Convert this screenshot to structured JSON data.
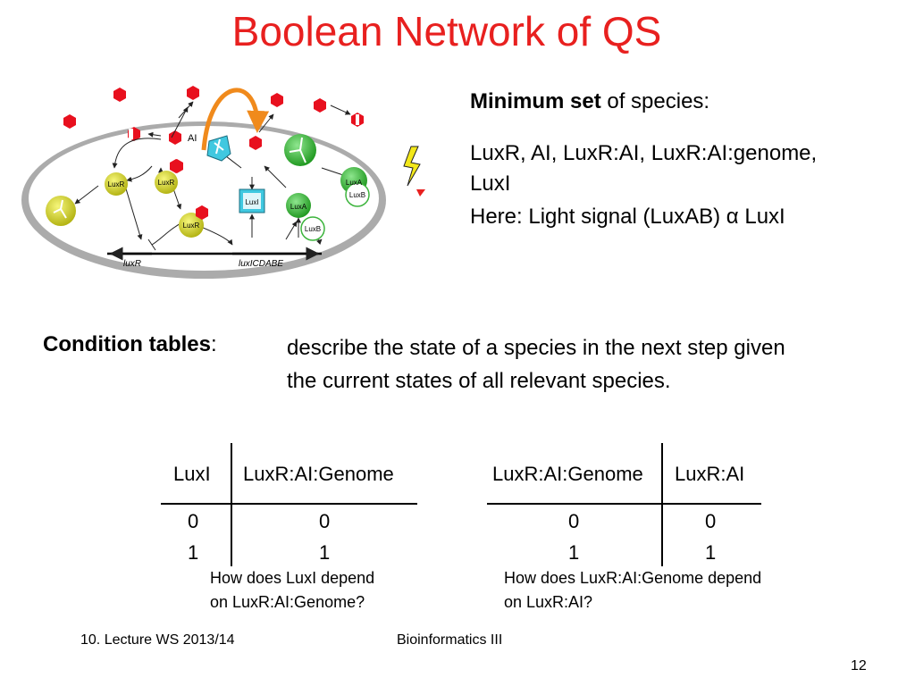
{
  "slide": {
    "title": "Boolean Network of QS"
  },
  "diagram": {
    "labels": {
      "ai": "AI",
      "luxr": "LuxR",
      "luxi": "LuxI",
      "luxa": "LuxA",
      "luxb": "LuxB",
      "gene_luxr": "luxR",
      "gene_operon": "luxICDABE"
    }
  },
  "species": {
    "heading_bold": "Minimum set",
    "heading_rest": " of species:",
    "list_line1": "LuxR,  AI, LuxR:AI, LuxR:AI:genome,",
    "list_line2": "LuxI",
    "light_signal": "Here:  Light signal (LuxAB) α LuxI"
  },
  "condition": {
    "label_bold": "Condition tables",
    "label_colon": ":",
    "description": "describe the state of a species in the next step given the current states of all relevant species."
  },
  "table_left": {
    "headers": [
      "LuxI",
      "LuxR:AI:Genome"
    ],
    "rows": [
      [
        "0",
        "0"
      ],
      [
        "1",
        "1"
      ]
    ],
    "question_line1": "How does LuxI depend",
    "question_line2": "on LuxR:AI:Genome?"
  },
  "table_right": {
    "headers": [
      "LuxR:AI:Genome",
      "LuxR:AI"
    ],
    "rows": [
      [
        "0",
        "0"
      ],
      [
        "1",
        "1"
      ]
    ],
    "question_line1": "How does LuxR:AI:Genome depend",
    "question_line2": "on LuxR:AI?"
  },
  "footer": {
    "left": "10. Lecture WS 2013/14",
    "center": "Bioinformatics III",
    "page_number": "12"
  },
  "colors": {
    "title": "#e8201f",
    "ai_molecule": "#e8101e",
    "arrow_orange": "#f08a1c",
    "luxr_yellow": "#dcdc2a",
    "luxa_green": "#3cb43c",
    "luxi_cyan": "#40c8e0"
  }
}
